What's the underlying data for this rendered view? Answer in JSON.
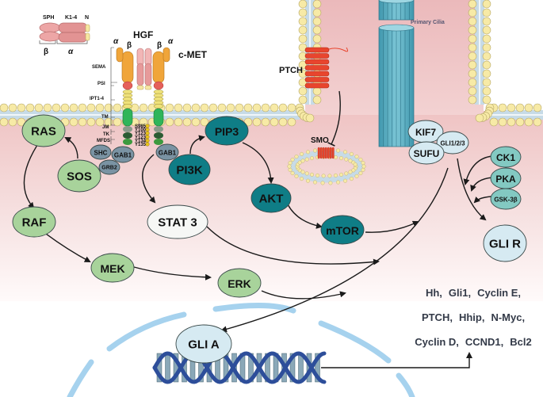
{
  "title": "HGF/c-MET and Hedgehog-GLI signaling crosstalk",
  "colors": {
    "ras_pathway": "#a8d39b",
    "pi3k_pathway": "#0f7d86",
    "stat": "#f6f7f5",
    "gli": "#d6eaf2",
    "adaptor": "#7a93a3",
    "kinase_reg": "#83c9c2",
    "cilium": "#5fb2c7",
    "ptch": "#e8452e",
    "membrane_head": "#f7eaa6",
    "membrane_tail": "#c7dbe7",
    "cytoplasm": "#f2c9c9",
    "nucleus_envelope": "#a6d2ee",
    "dna_backbone": "#2d4e9a",
    "dna_rung": "#8aa8b8"
  },
  "hgf_legend": {
    "domains": [
      "SPH",
      "K1-4",
      "N"
    ],
    "chains": [
      "β",
      "α"
    ]
  },
  "receptor": {
    "ligand": "HGF",
    "receptor": "c-MET",
    "chain_alpha": "α",
    "chain_beta": "β",
    "domain_labels": [
      "SEMA",
      "PSI",
      "IPT1-4",
      "TM",
      "JM",
      "TK",
      "MFDS"
    ],
    "phosphosites": [
      "S985",
      "Y1003",
      "Y1234",
      "Y1235",
      "Y1349",
      "Y1356"
    ],
    "phospho_symbol": "P"
  },
  "adaptors": {
    "shc": "SHC",
    "gab1_left": "GAB1",
    "grb2": "GRB2",
    "gab1_right": "GAB1"
  },
  "nodes": {
    "ras": "RAS",
    "sos": "SOS",
    "raf": "RAF",
    "mek": "MEK",
    "erk": "ERK",
    "stat3": "STAT 3",
    "pi3k": "PI3K",
    "pip3": "PIP3",
    "akt": "AKT",
    "mtor": "mTOR",
    "ptch": "PTCH",
    "smo": "SMO",
    "cilia": "Primary Cilia",
    "kif7": "KIF7",
    "sufu": "SUFU",
    "gli123": "GLI1/2/3",
    "ck1": "CK1",
    "pka": "PKA",
    "gsk3b": "GSK-3β",
    "glir": "GLI R",
    "glia": "GLI A"
  },
  "target_genes": [
    [
      "Hh,",
      "Gli1,",
      "Cyclin E,"
    ],
    [
      "PTCH,",
      "Hhip,",
      "N-Myc,"
    ],
    [
      "Cyclin D,",
      "CCND1,",
      "Bcl2"
    ]
  ]
}
